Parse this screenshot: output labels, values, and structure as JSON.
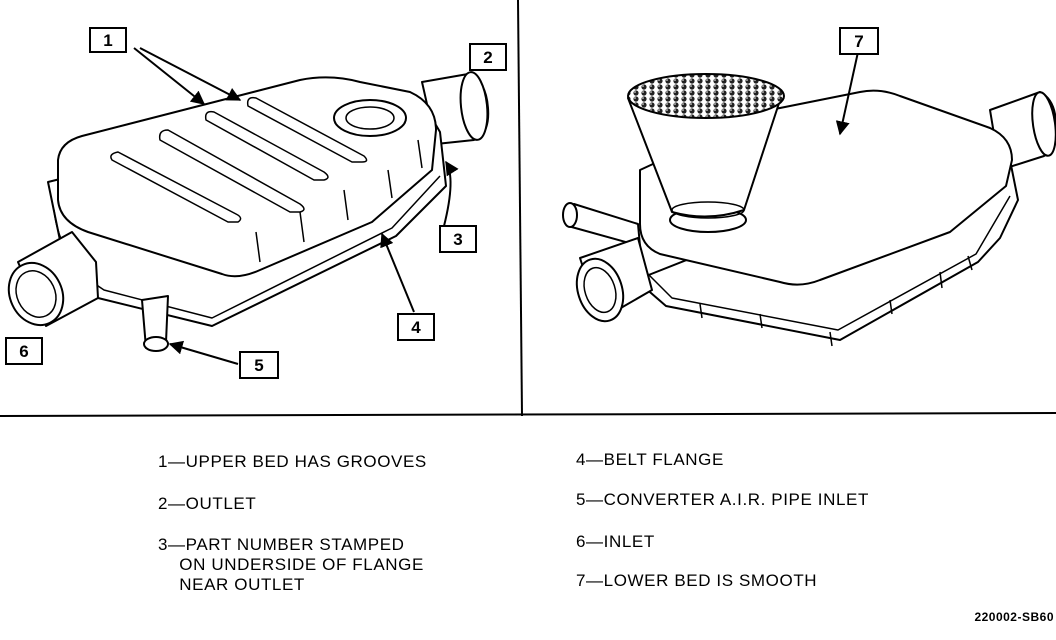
{
  "callouts": [
    "1",
    "2",
    "3",
    "4",
    "5",
    "6",
    "7"
  ],
  "legend_left": [
    {
      "lines": [
        "1—UPPER BED HAS GROOVES"
      ]
    },
    {
      "lines": [
        "2—OUTLET"
      ]
    },
    {
      "lines": [
        "3—PART NUMBER STAMPED",
        "    ON UNDERSIDE OF FLANGE",
        "    NEAR OUTLET"
      ]
    }
  ],
  "legend_right": [
    {
      "lines": [
        "4—BELT FLANGE"
      ]
    },
    {
      "lines": [
        "5—CONVERTER A.I.R. PIPE INLET"
      ]
    },
    {
      "lines": [
        "6—INLET"
      ]
    },
    {
      "lines": [
        "7—LOWER BED IS SMOOTH"
      ]
    }
  ],
  "figure_id": "220002-SB60"
}
